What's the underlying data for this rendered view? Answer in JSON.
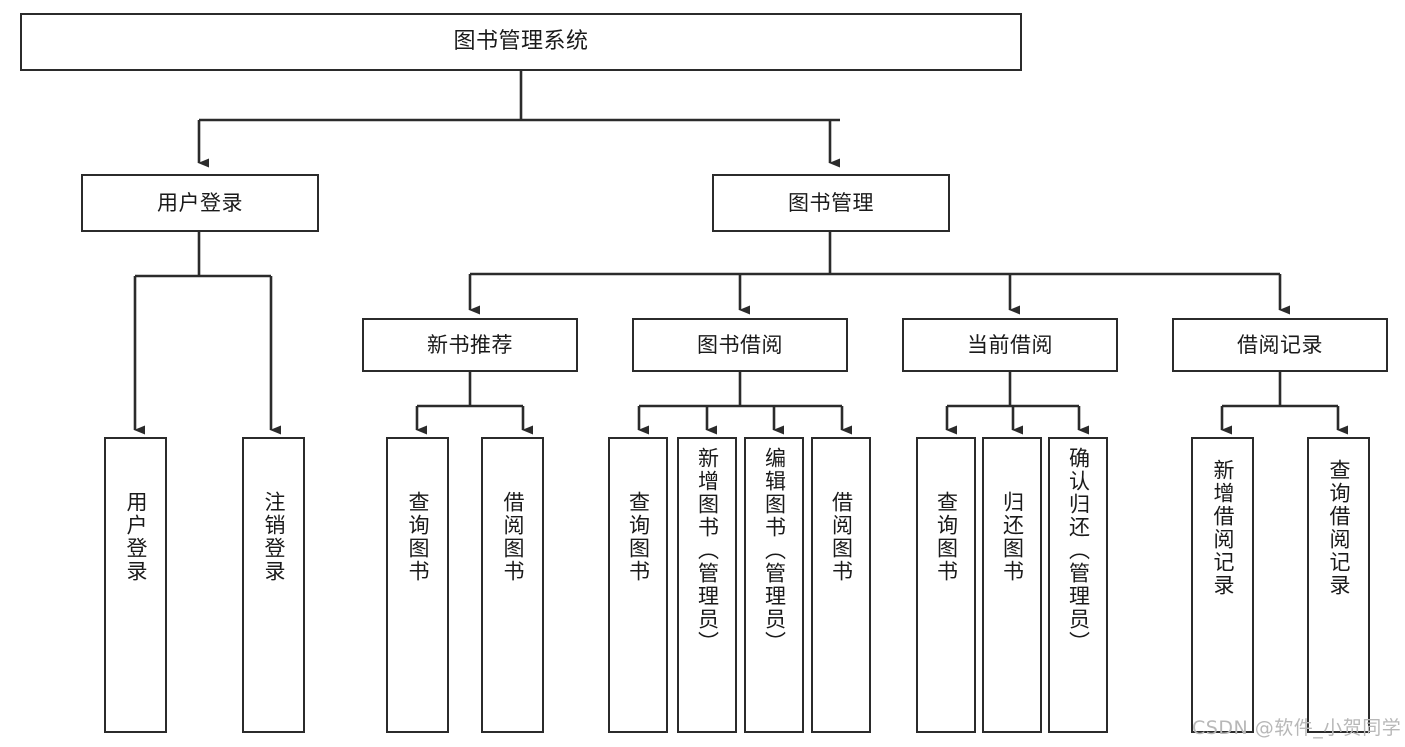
{
  "diagram": {
    "type": "tree-hierarchy-diagram",
    "title": "图书管理系统",
    "watermark": "CSDN @软件_小贺同学",
    "colors": {
      "stroke": "#2b2b2b",
      "fill": "#ffffff",
      "text": "#1a1a1a",
      "watermark": "#b8b8b8"
    },
    "nodes": {
      "root": {
        "label": "图书管理系统"
      },
      "level1": [
        {
          "id": "user-login",
          "label": "用户登录"
        },
        {
          "id": "book-manage",
          "label": "图书管理"
        }
      ],
      "level2": [
        {
          "id": "new-book-recommend",
          "label": "新书推荐"
        },
        {
          "id": "book-borrow",
          "label": "图书借阅"
        },
        {
          "id": "current-borrow",
          "label": "当前借阅"
        },
        {
          "id": "borrow-record",
          "label": "借阅记录"
        }
      ],
      "leaves": {
        "user_login": [
          {
            "id": "leaf-user-login",
            "label": "用户登录"
          },
          {
            "id": "leaf-logout-login",
            "label": "注销登录"
          }
        ],
        "new_book_recommend": [
          {
            "id": "leaf-query-book-1",
            "label": "查询图书"
          },
          {
            "id": "leaf-borrow-book-1",
            "label": "借阅图书"
          }
        ],
        "book_borrow": [
          {
            "id": "leaf-query-book-2",
            "label": "查询图书"
          },
          {
            "id": "leaf-add-book",
            "label": "新增图书（管理员）"
          },
          {
            "id": "leaf-edit-book",
            "label": "编辑图书（管理员）"
          },
          {
            "id": "leaf-borrow-book-2",
            "label": "借阅图书"
          }
        ],
        "current_borrow": [
          {
            "id": "leaf-query-book-3",
            "label": "查询图书"
          },
          {
            "id": "leaf-return-book",
            "label": "归还图书"
          },
          {
            "id": "leaf-confirm-return",
            "label": "确认归还（管理员）"
          }
        ],
        "borrow_record": [
          {
            "id": "leaf-add-record",
            "label": "新增借阅记录"
          },
          {
            "id": "leaf-query-record",
            "label": "查询借阅记录"
          }
        ]
      }
    }
  }
}
